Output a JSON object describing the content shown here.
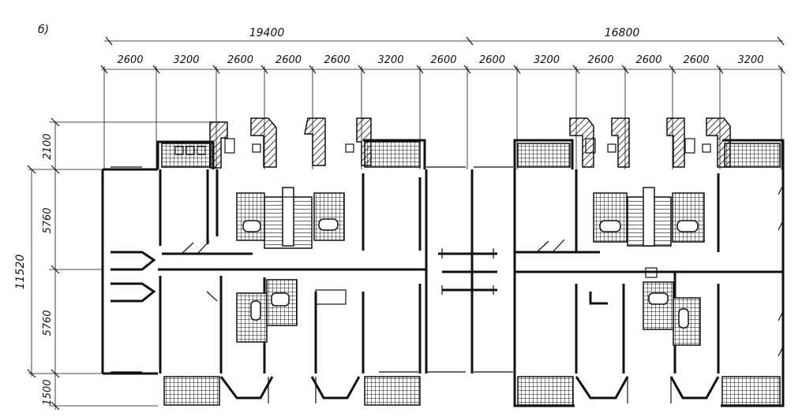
{
  "figure_label": "б)",
  "dimensions": {
    "top_total": [
      "19400",
      "16800"
    ],
    "top_bays": [
      "2600",
      "3200",
      "2600",
      "2600",
      "2600",
      "3200",
      "2600",
      "2600",
      "3200",
      "2600",
      "2600",
      "2600",
      "3200"
    ],
    "left_total": "11520",
    "left_rows": [
      "2100",
      "5760",
      "5760",
      "1500"
    ]
  },
  "colors": {
    "ink": "#111111",
    "paper": "#ffffff"
  }
}
